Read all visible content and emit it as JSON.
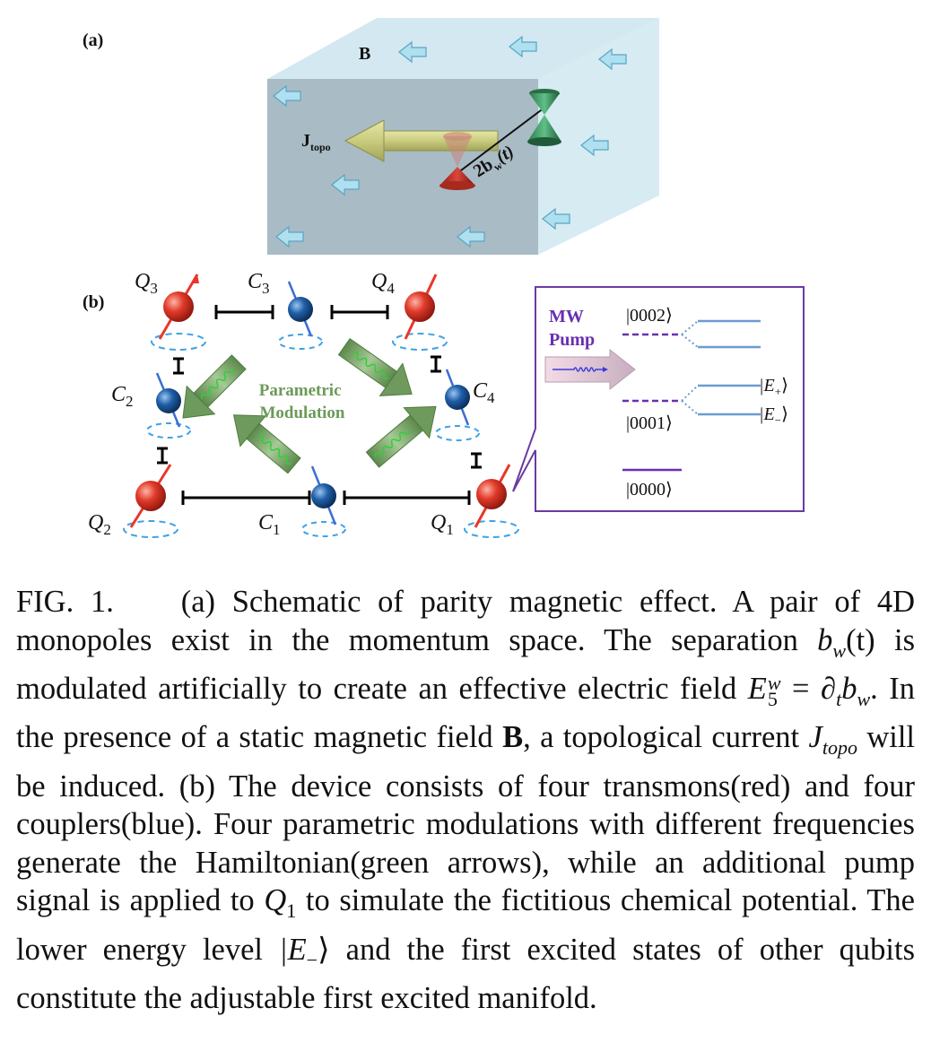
{
  "panel_a": {
    "label": "(a)",
    "field_label": "B",
    "current_label": "J",
    "current_sub": "topo",
    "separation_label": "2b",
    "separation_sub": "w",
    "separation_arg": "(t)"
  },
  "panel_b": {
    "label": "(b)",
    "modulation_line1": "Parametric",
    "modulation_line2": "Modulation",
    "nodes": {
      "Q1": "Q",
      "Q1_sub": "1",
      "Q2": "Q",
      "Q2_sub": "2",
      "Q3": "Q",
      "Q3_sub": "3",
      "Q4": "Q",
      "Q4_sub": "4",
      "C1": "C",
      "C1_sub": "1",
      "C2": "C",
      "C2_sub": "2",
      "C3": "C",
      "C3_sub": "3",
      "C4": "C",
      "C4_sub": "4"
    },
    "inset": {
      "pump_line1": "MW",
      "pump_line2": "Pump",
      "state_0002": "|0002⟩",
      "state_0001": "|0001⟩",
      "state_0000": "|0000⟩",
      "state_Eplus": "|E",
      "state_Eplus_sub": "+",
      "state_Eminus": "|E",
      "state_Eminus_sub": "−",
      "ket_close": "⟩"
    }
  },
  "caption": {
    "fig": "FIG. 1.",
    "t1": "(a) Schematic of parity magnetic effect. A pair of 4D monopoles exist in the momentum space. The separation",
    "t2": "is modulated artificially to create an effective electric field",
    "t3": ". In the presence of a static magnetic field",
    "t4": ", a topological current",
    "t5": "will be induced. (b) The device consists of four transmons(red) and four couplers(blue). Four parametric modulations with different frequencies generate the Hamiltonian(green arrows), while an additional pump signal is applied to",
    "t6": "to simulate the fictitious chemical potential. The lower energy level",
    "t7": "and the first excited states of other qubits constitute the adjustable first excited manifold.",
    "m_bw": "b",
    "m_bw_sub": "w",
    "m_bw_arg": "(t)",
    "m_E": "E",
    "m_E_sup": "w",
    "m_E_sub": "5",
    "m_eq": " = ∂",
    "m_eq_sub": "t",
    "m_eq_b": "b",
    "m_eq_bsub": "w",
    "m_eq_end": ".",
    "m_B": "B",
    "m_J": "J",
    "m_J_sub": "topo",
    "m_Q": "Q",
    "m_Q_sub": "1",
    "m_Em": "|E",
    "m_Em_sub": "−",
    "m_Em_end": "⟩"
  },
  "colors": {
    "box_front": "#a9bbc5",
    "box_side": "#d7ebf3",
    "box_top": "#cfe6f0",
    "field_arrow": "#aee0ef",
    "current_arrow": "#c9cc7e",
    "transmon": "#e03a2a",
    "coupler": "#1f5fa8",
    "coupling_bar": "#000000",
    "green_arrow": "#7fa86e",
    "modulation_text": "#6c9a58",
    "inset_border": "#6a3aa2",
    "pump_text": "#6a2fb0",
    "level_blue": "#6c9bd0",
    "level_purple": "#6a2fb0"
  }
}
